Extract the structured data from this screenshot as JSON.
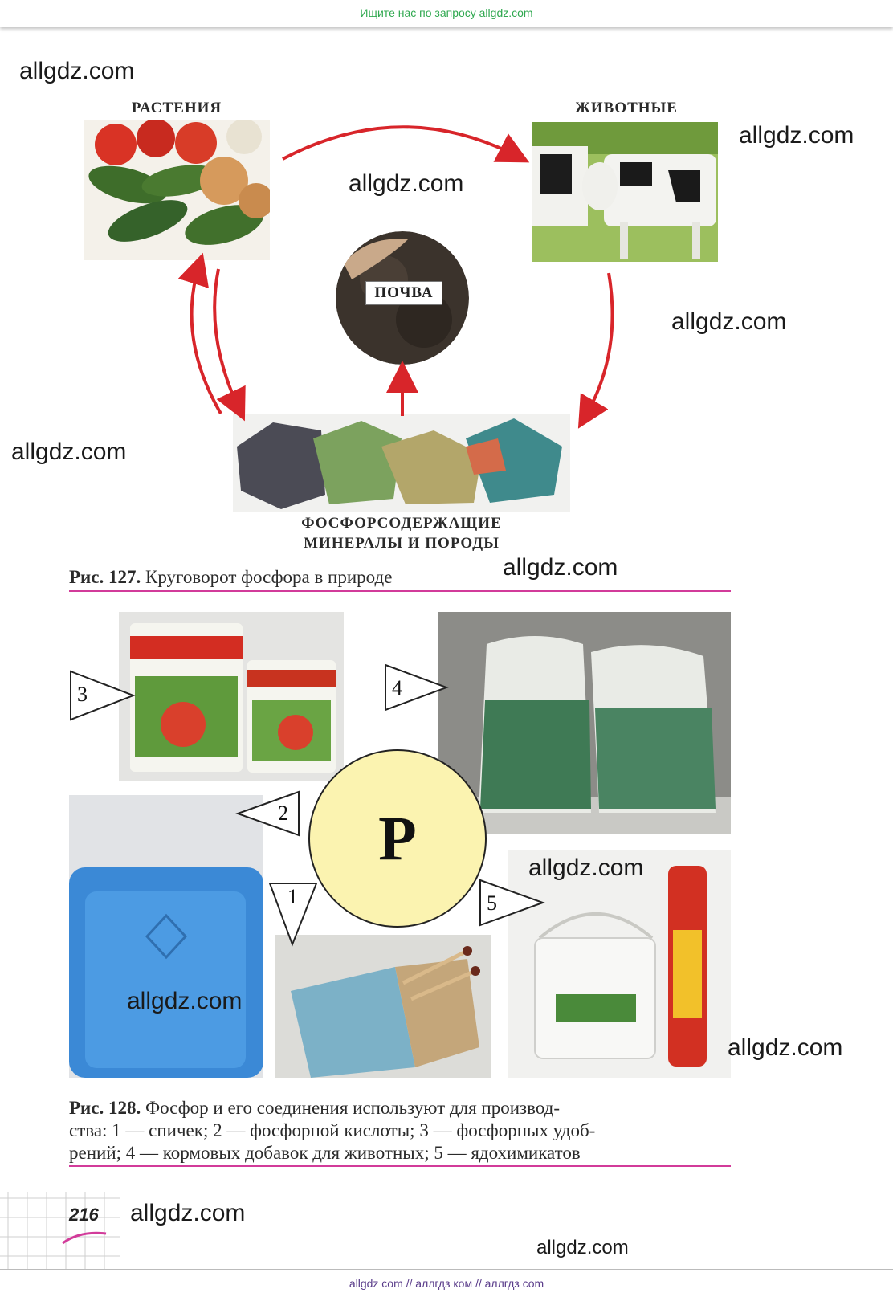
{
  "banner": {
    "text": "Ищите нас по запросу allgdz.com"
  },
  "watermarks": [
    "allgdz.com",
    "allgdz.com",
    "allgdz.com",
    "allgdz.com",
    "allgdz.com",
    "allgdz.com",
    "allgdz.com",
    "allgdz.com",
    "allgdz.com",
    "allgdz.com"
  ],
  "fig127": {
    "plants_label": "РАСТЕНИЯ",
    "animals_label": "ЖИВОТНЫЕ",
    "soil_label": "ПОЧВА",
    "minerals_label_1": "ФОСФОРСОДЕРЖАЩИЕ",
    "minerals_label_2": "МИНЕРАЛЫ И ПОРОДЫ",
    "caption_bold": "Рис. 127.",
    "caption_text": " Круговорот фосфора в природе"
  },
  "fig128": {
    "center_symbol": "P",
    "pointers": [
      "1",
      "2",
      "3",
      "4",
      "5"
    ],
    "caption_bold": "Рис. 128.",
    "caption_line1": " Фосфор и его соединения используют для производ-",
    "caption_line2": "ства: 1 — спичек; 2 — фосфорной кислоты; 3 — фосфорных удоб-",
    "caption_line3": "рений; 4 — кормовых добавок для животных; 5 — ядохимикатов"
  },
  "page_number": "216",
  "footer": {
    "text": "allgdz com  //  аллгдз ком  //  аллгдз com"
  },
  "colors": {
    "arrow": "#d8252a",
    "rule": "#d23b9a",
    "banner_text": "#2fa84f",
    "circle_fill": "#fbf3b0"
  }
}
